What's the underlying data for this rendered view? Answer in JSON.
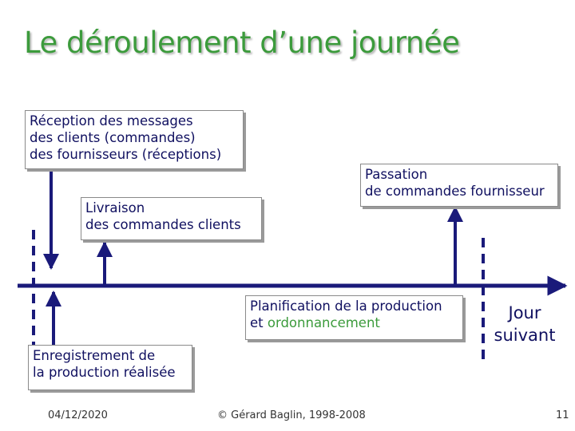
{
  "title": "Le déroulement d’une journée",
  "boxes": {
    "reception": [
      "Réception des messages",
      "des clients (commandes)",
      "des fournisseurs (réceptions)"
    ],
    "livraison": [
      "Livraison",
      "des commandes clients"
    ],
    "passation": [
      "Passation",
      "de commandes fournisseur"
    ],
    "planification": {
      "line1": "Planification de la production",
      "line2_prefix": "et ",
      "line2_highlight": "ordonnancement"
    },
    "enregistrement": [
      "Enregistrement de",
      "la production réalisée"
    ]
  },
  "next_day": [
    "Jour",
    "suivant"
  ],
  "footer": {
    "date": "04/12/2020",
    "copyright": "© Gérard Baglin, 1998-2008",
    "page": "11"
  },
  "colors": {
    "title": "#3c9b3c",
    "arrows": "#1a1a7a",
    "text": "#101060",
    "highlight": "#3c9b3c"
  }
}
